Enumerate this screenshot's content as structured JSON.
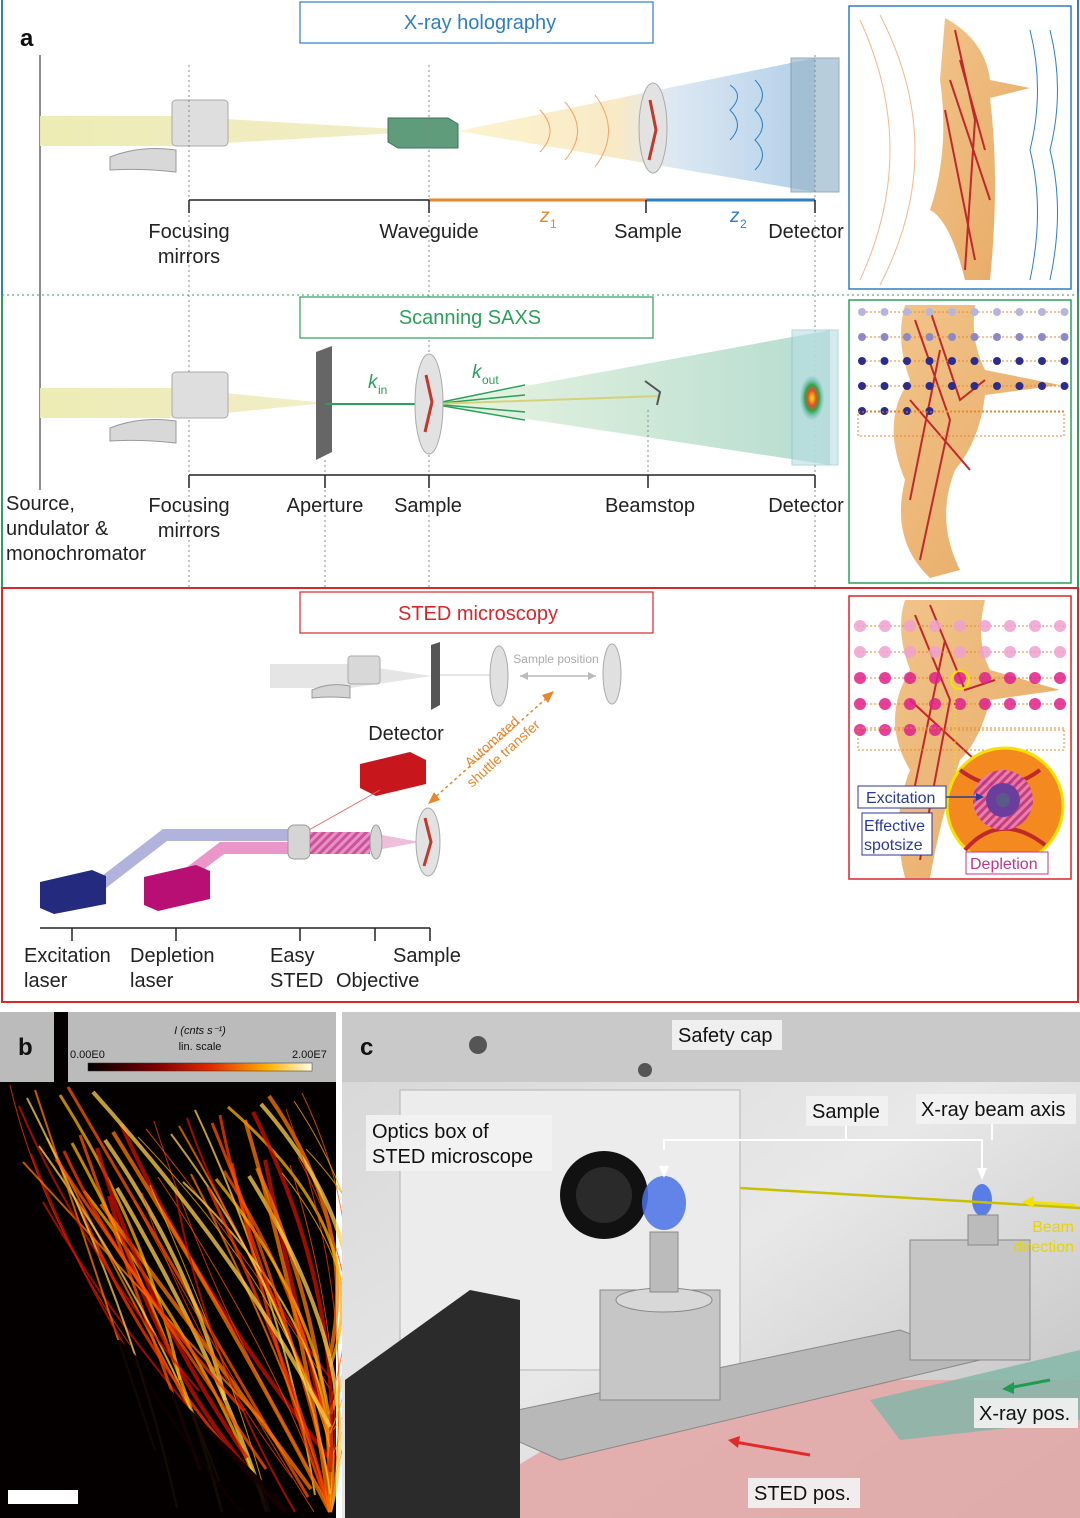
{
  "panel_a": {
    "letter": "a",
    "holography": {
      "title": "X-ray holography",
      "labels": {
        "focusing1": "Focusing",
        "focusing2": "mirrors",
        "waveguide": "Waveguide",
        "sample": "Sample",
        "detector": "Detector",
        "z1": "z",
        "z1_sub": "1",
        "z2": "z",
        "z2_sub": "2"
      }
    },
    "saxs": {
      "title": "Scanning SAXS",
      "labels": {
        "source1": "Source,",
        "source2": "undulator &",
        "source3": "monochromator",
        "focusing1": "Focusing",
        "focusing2": "mirrors",
        "aperture": "Aperture",
        "sample": "Sample",
        "beamstop": "Beamstop",
        "detector": "Detector",
        "k_in": "k",
        "k_in_sub": "in",
        "k_out": "k",
        "k_out_sub": "out"
      }
    },
    "sted": {
      "title": "STED microscopy",
      "labels": {
        "sample_position": "Sample position",
        "detector": "Detector",
        "shuttle1": "Automated",
        "shuttle2": "shuttle transfer",
        "excitation1": "Excitation",
        "excitation2": "laser",
        "depletion1": "Depletion",
        "depletion2": "laser",
        "easy1": "Easy",
        "easy2": "STED",
        "objective": "Objective",
        "sample": "Sample",
        "inset_excitation": "Excitation",
        "inset_effective1": "Effective",
        "inset_effective2": "spotsize",
        "inset_depletion": "Depletion"
      }
    }
  },
  "panel_b": {
    "letter": "b",
    "colorbar_title": "I (cnts s⁻¹)",
    "colorbar_scale": "lin. scale",
    "colorbar_min": "0.00E0",
    "colorbar_max": "2.00E7"
  },
  "panel_c": {
    "letter": "c",
    "safety_cap": "Safety cap",
    "sample": "Sample",
    "beam_axis": "X-ray beam axis",
    "optics1": "Optics box of",
    "optics2": "STED microscope",
    "beam_dir1": "Beam",
    "beam_dir2": "direction",
    "xray_pos": "X-ray pos.",
    "sted_pos": "STED pos."
  },
  "colors": {
    "blue": "#2e7fc0",
    "green": "#2aa05a",
    "red": "#d8262a",
    "orange": "#e8862a",
    "beam": "#e9e7a6"
  }
}
